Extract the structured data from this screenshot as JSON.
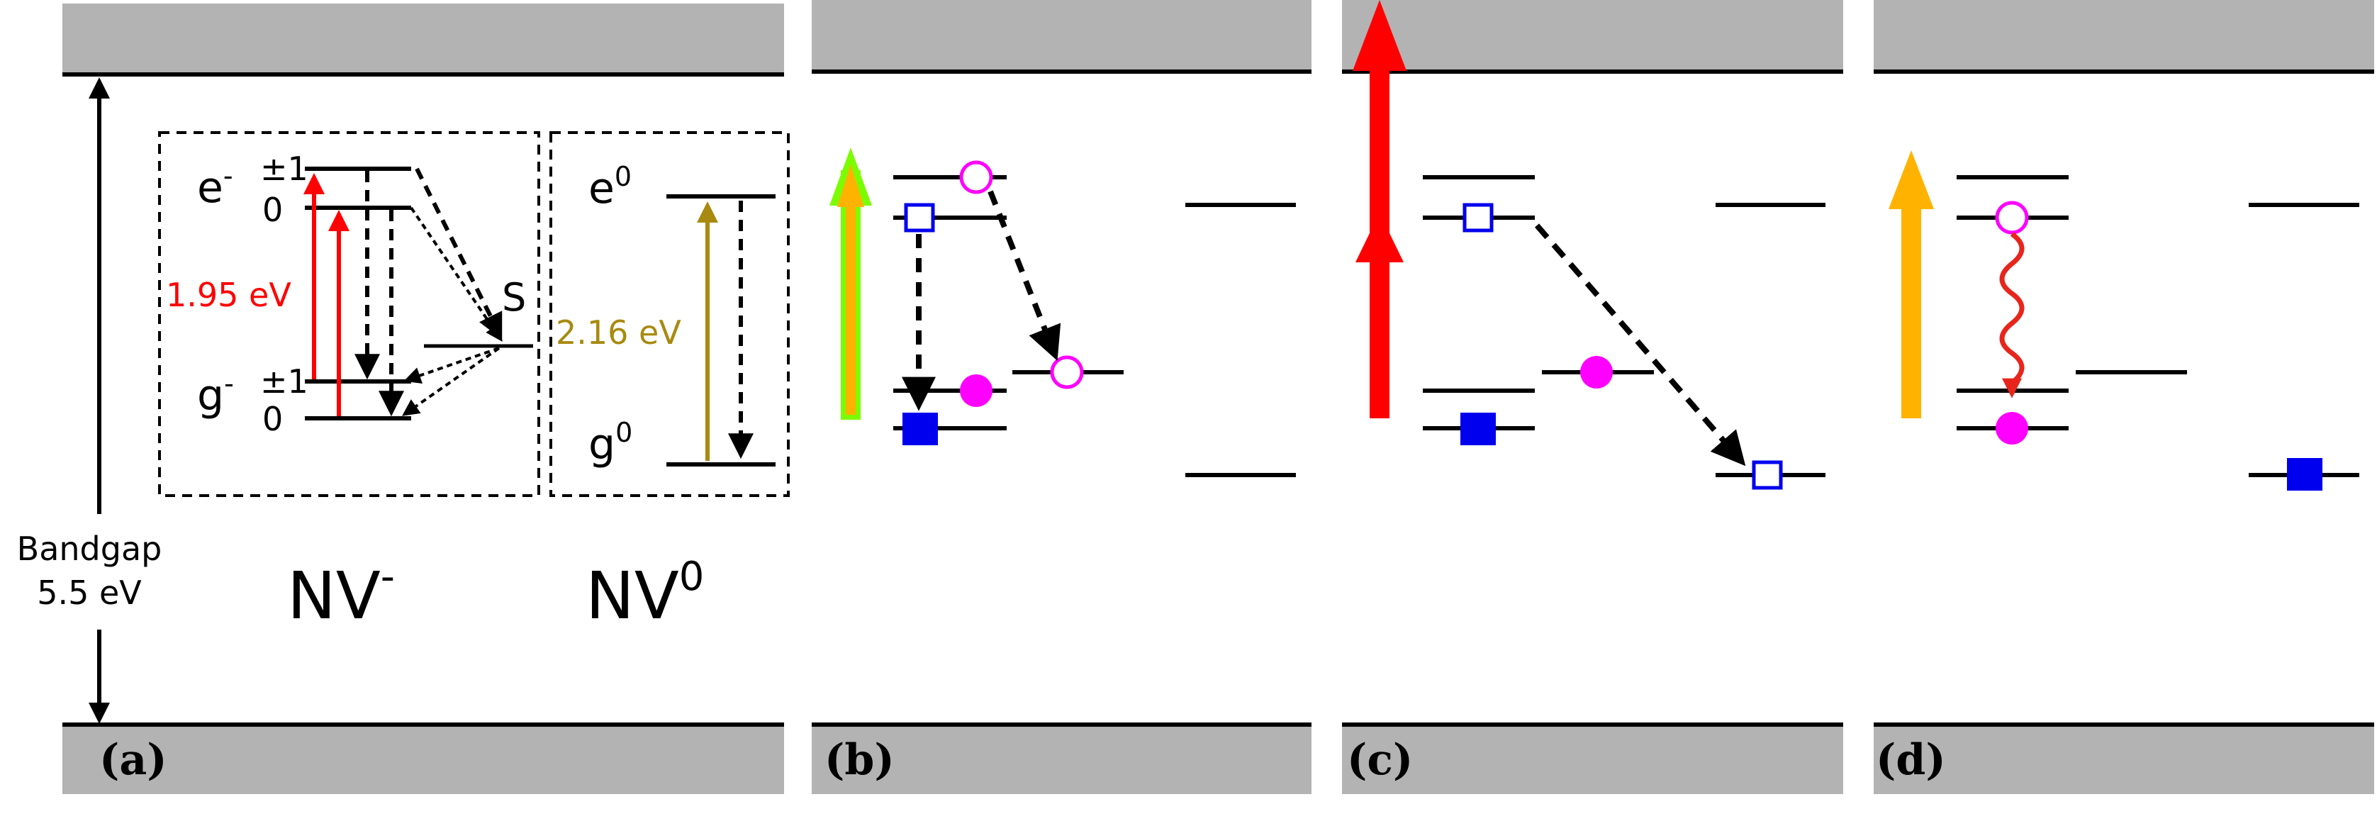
{
  "panels": {
    "a": "(a)",
    "b": "(b)",
    "c": "(c)",
    "d": "(d)"
  },
  "bandgap": {
    "line1": "Bandgap",
    "line2": "5.5 eV"
  },
  "nv_minus": {
    "base": "NV",
    "sup": "-",
    "e_base": "e",
    "e_sup": "-",
    "g_base": "g",
    "g_sup": "-",
    "pm1": "±1",
    "zero": "0",
    "s": "S",
    "energy": "1.95 eV"
  },
  "nv_zero": {
    "base": "NV",
    "sup": "0",
    "e_base": "e",
    "e_sup": "0",
    "g_base": "g",
    "g_sup": "0",
    "energy": "2.16 eV"
  },
  "colors": {
    "band": "#b3b3b3",
    "red": "#ff0000",
    "red_dark": "#e8251c",
    "olive": "#a88a10",
    "green": "#7cfc00",
    "orange": "#ffb300",
    "magenta": "#ff00ff",
    "blue": "#0000ee"
  }
}
